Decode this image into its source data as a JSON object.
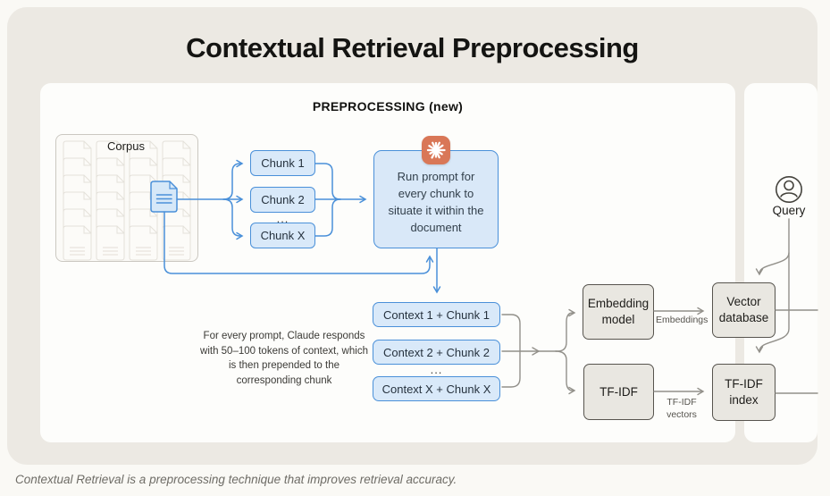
{
  "page": {
    "title": "Contextual Retrieval Preprocessing",
    "caption": "Contextual Retrieval is a preprocessing technique that improves retrieval accuracy."
  },
  "colors": {
    "accent_blue": "#4A90D9",
    "blue_fill": "#D9E9F9",
    "claude_orange": "#D97757",
    "gray_box_fill": "#E9E7E1",
    "connector_gray": "#92908A",
    "card_bg": "#ECE9E3",
    "panel_bg": "#FDFDFB"
  },
  "preprocessing": {
    "heading": "PREPROCESSING (new)",
    "corpus_label": "Corpus",
    "chunk1": "Chunk 1",
    "chunk2": "Chunk 2",
    "chunkX": "Chunk X",
    "chunks_ellipsis": "...",
    "run_prompt": "Run prompt for every chunk to situate it within the document",
    "claude_icon": "claude-starburst-icon",
    "note": "For every prompt, Claude responds with 50–100 tokens of context, which is then prepended to the corresponding chunk",
    "context1": "Context 1 + Chunk 1",
    "context2": "Context 2 + Chunk 2",
    "contextX": "Context X + Chunk X",
    "contexts_ellipsis": "...",
    "embedding_model": "Embedding model",
    "tfidf": "TF-IDF",
    "vector_database": "Vector database",
    "tfidf_index": "TF-IDF index",
    "embeddings_label": "Embeddings",
    "tfidf_vectors_label": "TF-IDF vectors"
  },
  "query": {
    "label": "Query"
  }
}
